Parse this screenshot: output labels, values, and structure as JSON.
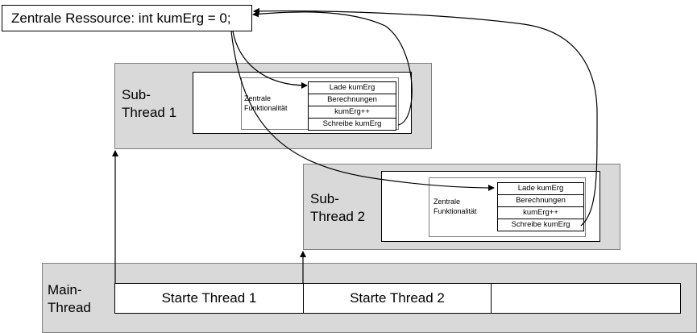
{
  "resource": {
    "label": "Zentrale Ressource: int kumErg = 0;"
  },
  "sub_thread_1": {
    "label": "Sub-\nThread 1",
    "func_label": "Zentrale\nFunktionalität",
    "steps": [
      "Lade kumErg",
      "Berechnungen",
      "kumErg++",
      "Schreibe kumErg"
    ]
  },
  "sub_thread_2": {
    "label": "Sub-\nThread 2",
    "func_label": "Zentrale\nFunktionalität",
    "steps": [
      "Lade kumErg",
      "Berechnungen",
      "kumErg++",
      "Schreibe kumErg"
    ]
  },
  "main_thread": {
    "label": "Main-\nThread",
    "cells": [
      "Starte Thread 1",
      "Starte Thread 2",
      ""
    ]
  }
}
